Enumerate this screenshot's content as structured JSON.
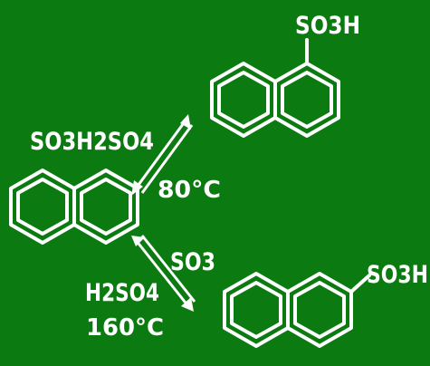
{
  "colors": {
    "background": "#0b7a10",
    "ink": "#ffffff"
  },
  "reaction": {
    "upper_condition_reagent": "SO3H2SO4",
    "upper_condition_temp": "80°C",
    "lower_condition_reagent_a": "SO3",
    "lower_condition_reagent_b": "H2SO4",
    "lower_condition_temp": "160°C"
  },
  "labels": {
    "upper_substituent": "SO3H",
    "lower_substituent": "SO3H"
  }
}
